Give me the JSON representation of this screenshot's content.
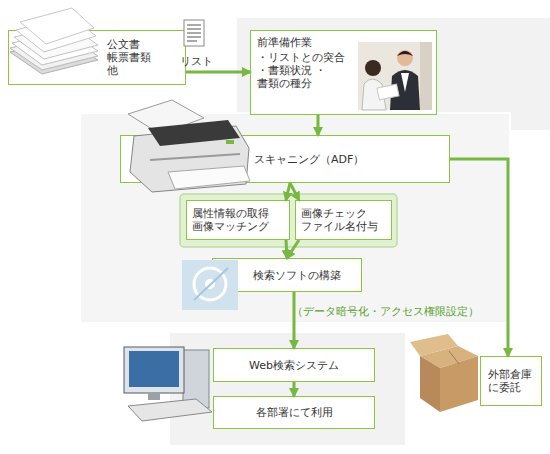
{
  "diagram": {
    "nodes": [
      {
        "text": [
          "公文書 帳票書類 他"
        ]
      },
      {
        "text": [
          "前準備作業",
          "・リストとの突合 ・書類状況 ・書類の種分"
        ]
      },
      {
        "text": [
          "スキャニング（ADF）"
        ]
      },
      {
        "text": [
          "属性情報の取得 画像マッチング"
        ]
      },
      {
        "text": [
          "画像チェック ファイル名付与"
        ]
      },
      {
        "text": [
          "検索ソフトの構築"
        ]
      },
      {
        "text": [
          "Web検索システム"
        ]
      },
      {
        "text": [
          "各部署にて利用"
        ]
      },
      {
        "text": [
          "外部倉庫 に委託"
        ]
      }
    ],
    "edges": [
      {
        "from": 0,
        "to": 1,
        "arrow": "to",
        "label": "リスト"
      },
      {
        "from": 1,
        "to": 2,
        "arrow": "to"
      },
      {
        "from": 2,
        "to": 3,
        "arrow": "to"
      },
      {
        "from": 2,
        "to": 4,
        "arrow": "to"
      },
      {
        "from": 3,
        "to": 5,
        "arrow": "to"
      },
      {
        "from": 4,
        "to": 5,
        "arrow": "to"
      },
      {
        "from": 5,
        "to": 6,
        "arrow": "to",
        "label": "（データ暗号化・アクセス権限設定）"
      },
      {
        "from": 6,
        "to": 7,
        "arrow": "to"
      },
      {
        "from": 2,
        "to": 8,
        "arrow": "to"
      }
    ]
  }
}
